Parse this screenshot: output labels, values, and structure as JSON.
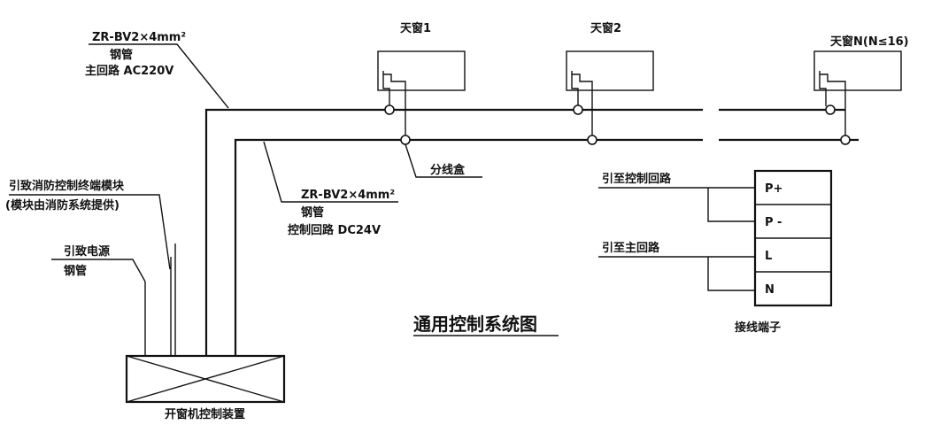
{
  "title": "通用控制系统图",
  "skylights": [
    {
      "label": "天窗1"
    },
    {
      "label": "天窗2"
    },
    {
      "label": "天窗N(N≤16)"
    }
  ],
  "main_circuit": {
    "cable": "ZR-BV2×4mm²",
    "conduit": "钢管",
    "desc": "主回路 AC220V"
  },
  "control_circuit": {
    "cable": "ZR-BV2×4mm²",
    "conduit": "钢管",
    "desc": "控制回路 DC24V"
  },
  "junction_box_label": "分线盒",
  "fire_module": {
    "line1": "引致消防控制终端模块",
    "line2": "(模块由消防系统提供)"
  },
  "power": {
    "line1": "引致电源",
    "line2": "钢管"
  },
  "controller_label": "开窗机控制装置",
  "terminal_block": {
    "label": "接线端子",
    "to_control": "引至控制回路",
    "to_main": "引至主回路",
    "terminals": [
      "P+",
      "P -",
      "L",
      "N"
    ]
  }
}
